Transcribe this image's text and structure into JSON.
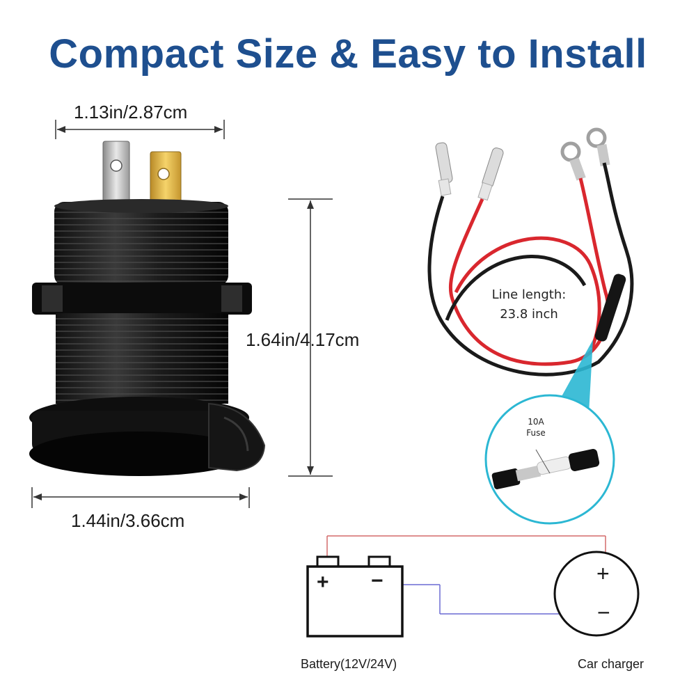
{
  "title": "Compact Size & Easy to Install",
  "dimensions": {
    "top_width": "1.13in/2.87cm",
    "height": "1.64in/4.17cm",
    "bottom_width": "1.44in/3.66cm"
  },
  "cable": {
    "line_length_label": "Line length:",
    "line_length_value": "23.8 inch"
  },
  "fuse": {
    "rating": "10A",
    "label": "Fuse"
  },
  "wiring": {
    "battery_caption": "Battery(12V/24V)",
    "charger_caption": "Car charger",
    "battery_plus": "+",
    "battery_minus": "−",
    "charger_plus": "+",
    "charger_minus": "−"
  },
  "colors": {
    "title": "#1e4f8f",
    "positive_wire": "#d9272e",
    "negative_wire": "#222222",
    "callout": "#2bb7d3",
    "schematic_positive": "#d36a6a",
    "schematic_negative": "#6a6ad3"
  }
}
